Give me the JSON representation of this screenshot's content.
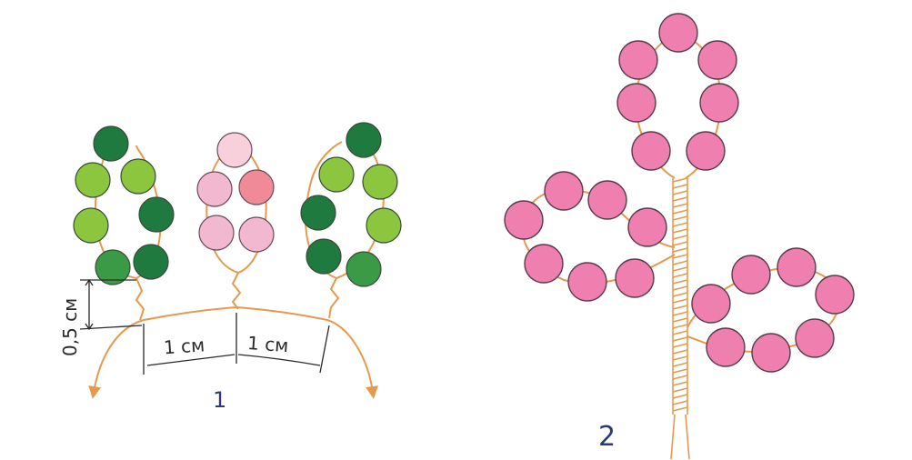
{
  "figure1": {
    "number": "1",
    "dimension_height": "0,5 см",
    "dimension_left": "1 см",
    "dimension_right": "1 см"
  },
  "figure2": {
    "number": "2"
  },
  "colors": {
    "wire": "#e39a4f",
    "dark_green": "#1e7a3e",
    "light_green": "#8cc63f",
    "pale_pink": "#f2b8cf",
    "salmon_pink": "#ef8a96",
    "pink": "#ee7fae",
    "bead_outline": "#5a3a4a"
  }
}
